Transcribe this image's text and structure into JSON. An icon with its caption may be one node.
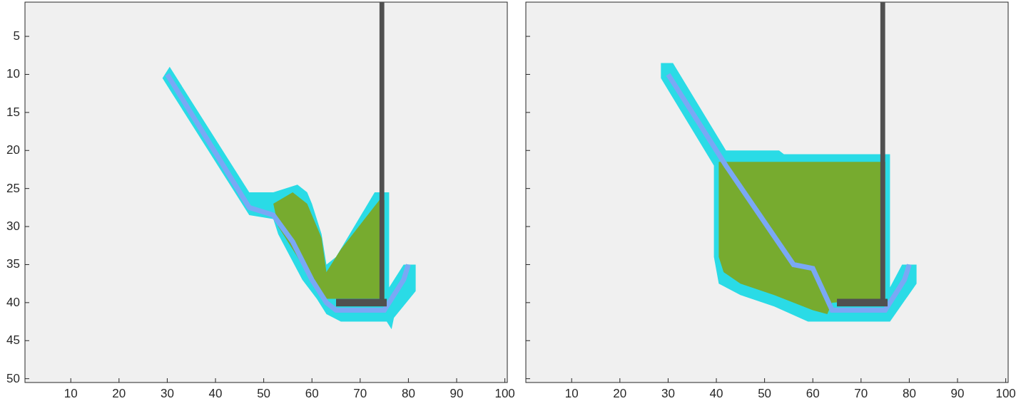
{
  "diagram": {
    "labels": [
      "5",
      "10",
      "15",
      "20",
      "25",
      "30",
      "35",
      "40",
      "45",
      "50",
      "10",
      "20",
      "30",
      "40",
      "50",
      "60",
      "70",
      "80",
      "90",
      "100",
      "10",
      "20",
      "30",
      "40",
      "50",
      "60",
      "70",
      "80",
      "90",
      "100"
    ]
  }
}
